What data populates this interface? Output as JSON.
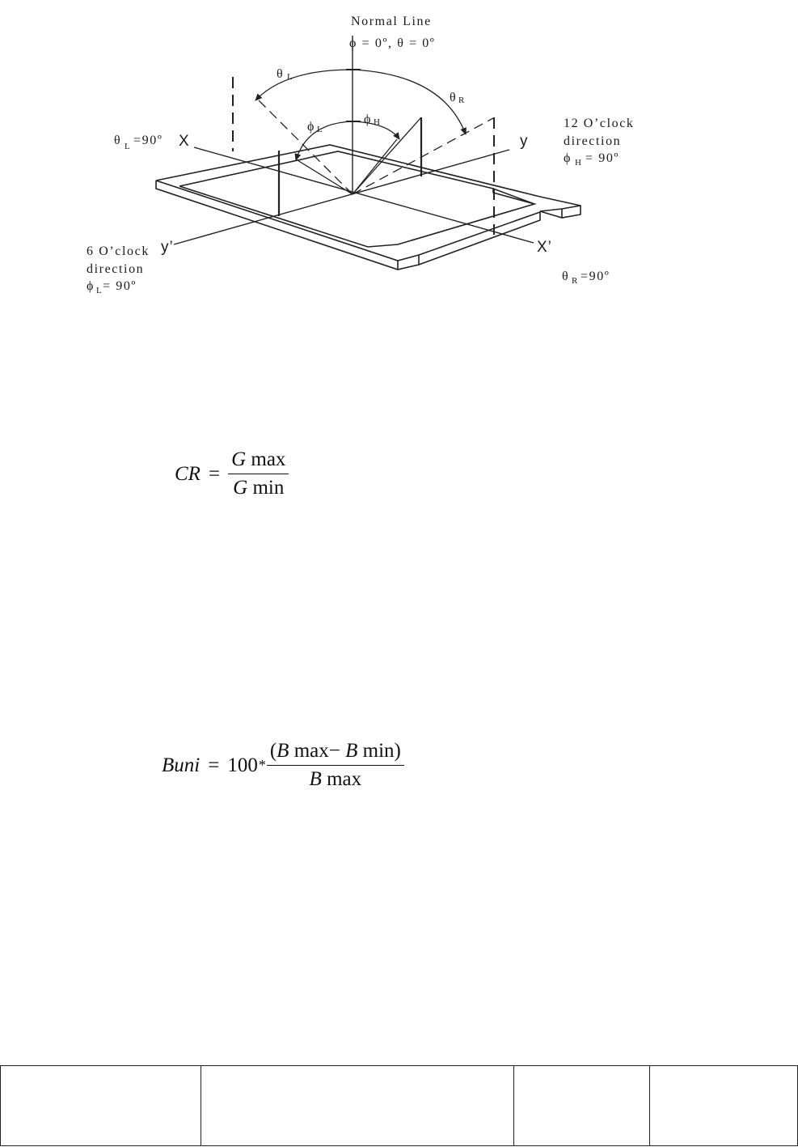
{
  "diagram": {
    "normal_line": "Normal Line",
    "normal_angles": "ϕ = 0º, θ = 0º",
    "theta": "θ",
    "phi": "ϕ",
    "sub_L": "L",
    "sub_R": "R",
    "sub_H": "H",
    "theta_l_90": "=90º",
    "theta_r_90": "=90º",
    "clock12_line1": "12 O’clock",
    "clock12_line2": "direction",
    "phi_h_90": "= 90º",
    "clock6_line1": "6 O’clock",
    "clock6_line2": "direction",
    "phi_l_90": "= 90º",
    "axis_x": "X",
    "axis_y": "y",
    "axis_x_prime": "X’",
    "axis_y_prime": "y’"
  },
  "formula_cr": {
    "lhs": "CR",
    "equals": "=",
    "num_var": "G",
    "num_fn": "max",
    "den_var": "G",
    "den_fn": "min"
  },
  "formula_buni": {
    "lhs": "Buni",
    "equals": "=",
    "coefficient": "100",
    "times": "*",
    "open": "(",
    "b1": "B",
    "max": "max",
    "minus": "−",
    "b2": "B",
    "min": "min",
    "close": ")",
    "den_var": "B",
    "den_fn": "max"
  },
  "footer_table": {
    "cells": [
      "",
      "",
      "",
      ""
    ]
  }
}
